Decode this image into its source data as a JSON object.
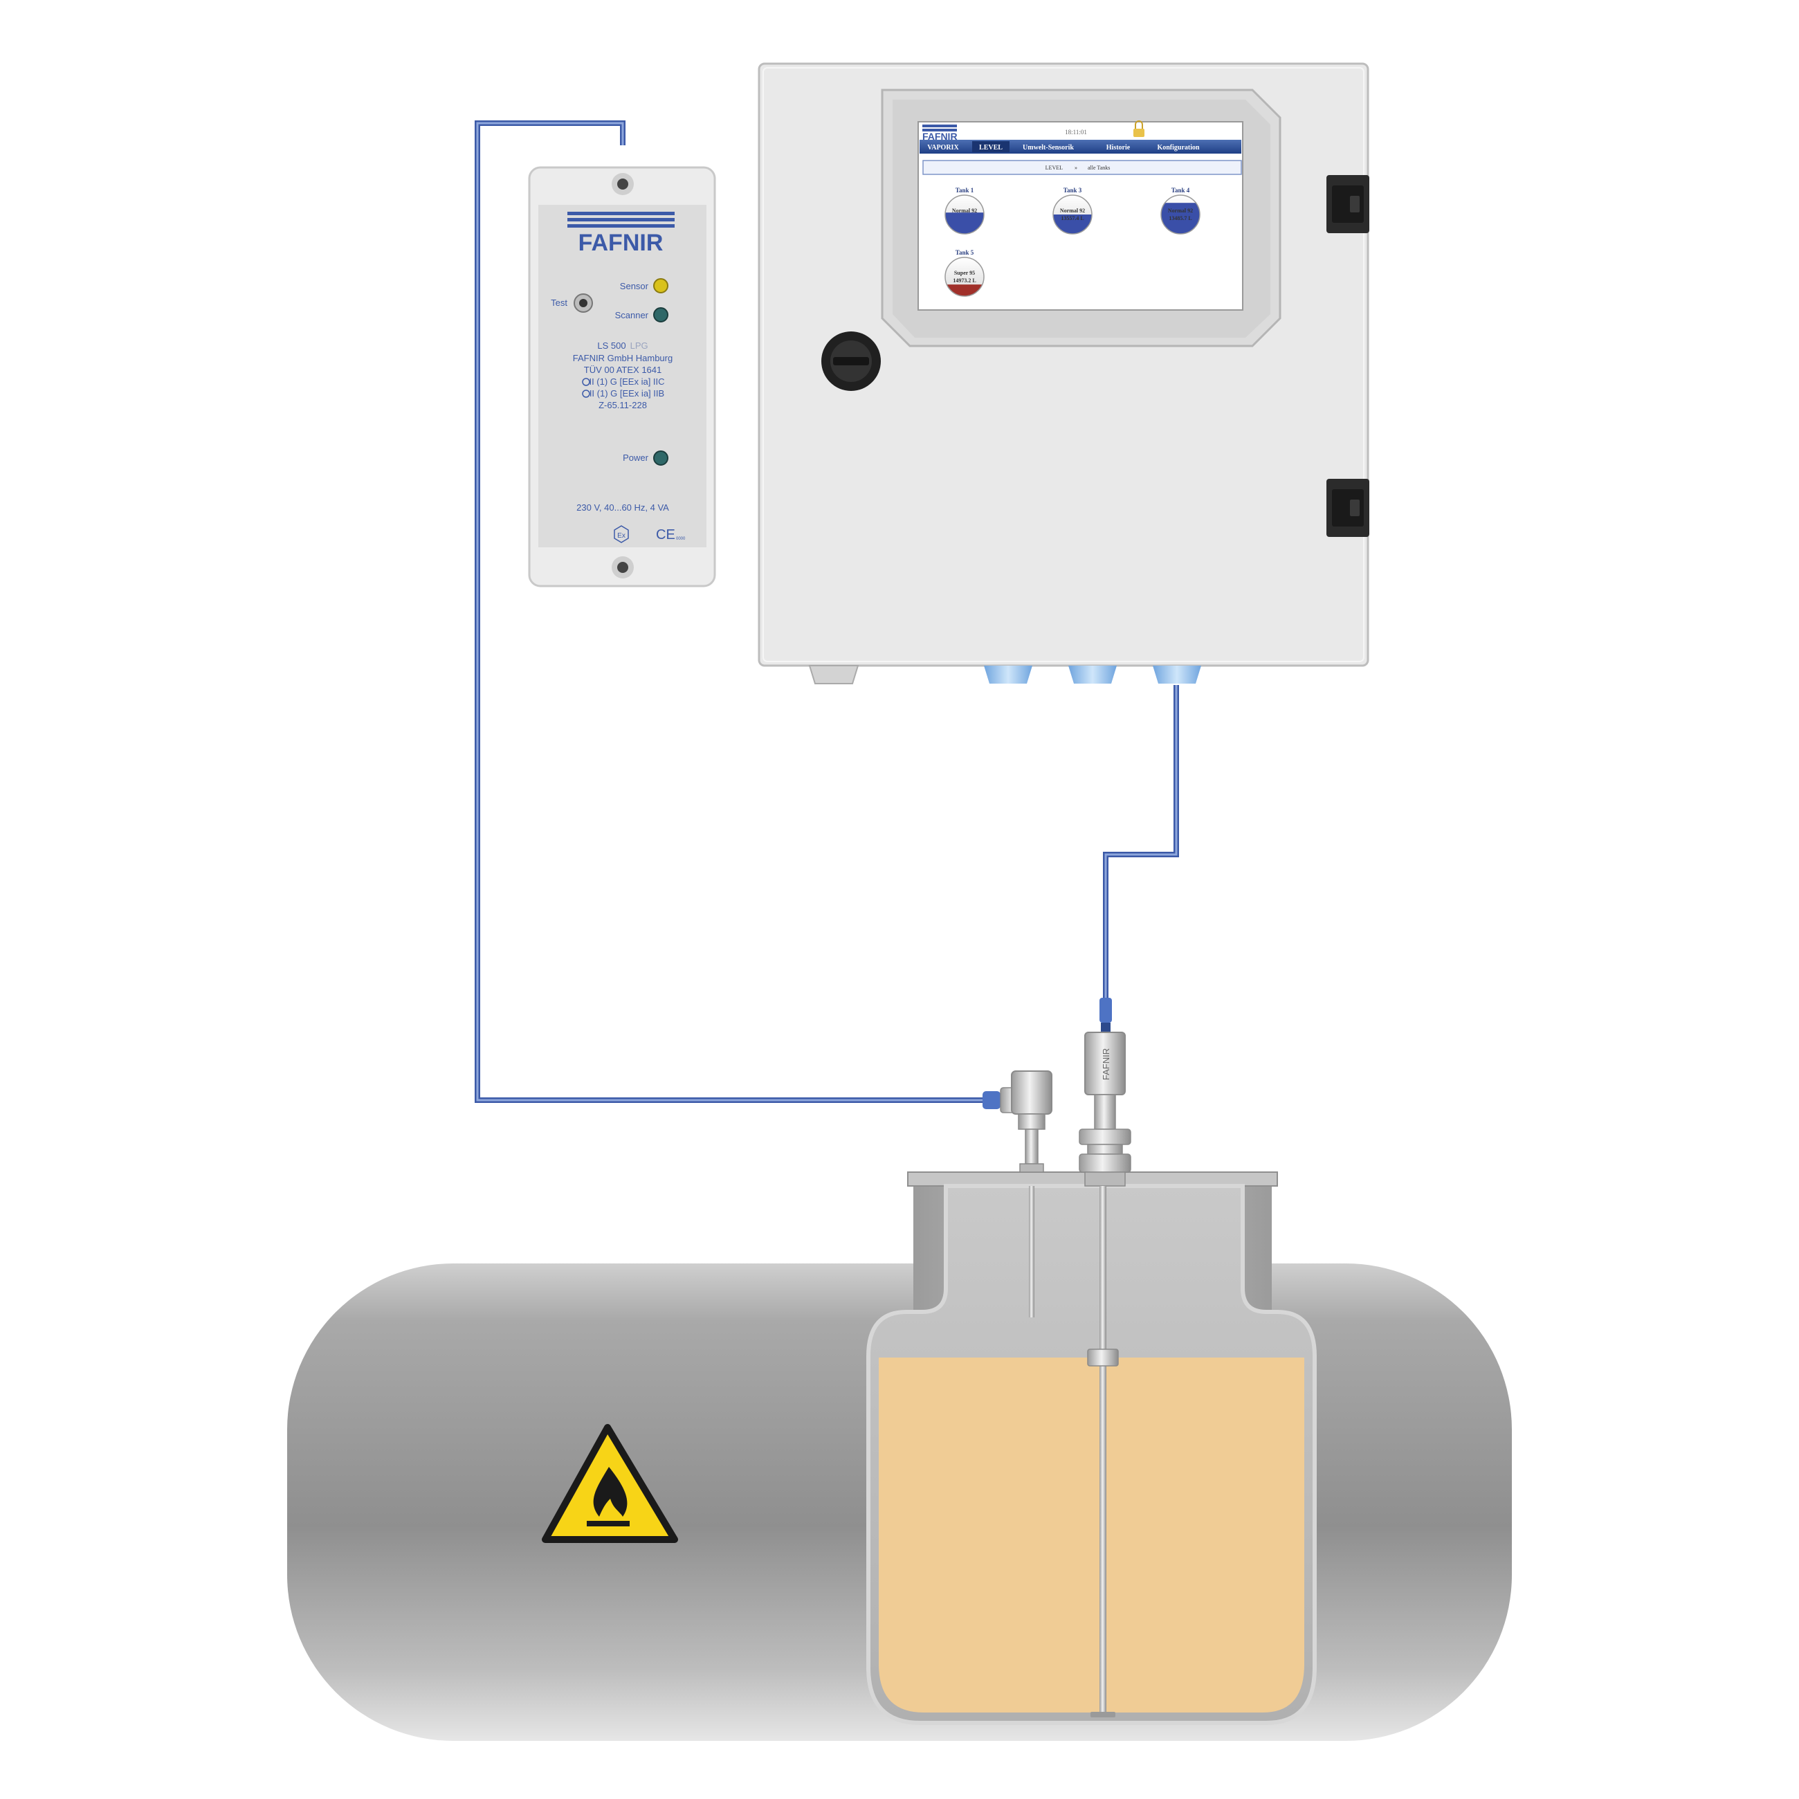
{
  "barrier": {
    "brand": "FAFNIR",
    "sensor_label": "Sensor",
    "scanner_label": "Scanner",
    "test_label": "Test",
    "model": "LS 500",
    "model_suffix": "LPG",
    "company": "FAFNIR GmbH Hamburg",
    "cert": "TÜV 00 ATEX 1641",
    "ex_line1": "II (1) G [EEx ia] IIC",
    "ex_line2": "II (1) G [EEx ia] IIB",
    "approval": "Z-65.11-228",
    "power_label": "Power",
    "rating": "230 V, 40...60 Hz, 4 VA",
    "ex_mark": "Ex",
    "ce_mark": "CE",
    "ce_number": "0000"
  },
  "screen": {
    "brand": "FAFNIR",
    "time": "18:11:01",
    "tabs": [
      "VAPORIX",
      "LEVEL",
      "Umwelt-Sensorik",
      "Historie",
      "Konfiguration"
    ],
    "active_tab": "LEVEL",
    "filter_label": "LEVEL",
    "filter_sep": "»",
    "filter_value": "alle Tanks",
    "tanks": [
      {
        "name": "Tank 1",
        "product": "Normal 92",
        "volume": "",
        "fill": 0.55,
        "color": "#3a4fa8"
      },
      {
        "name": "Tank 3",
        "product": "Normal 92",
        "volume": "13557.4 L",
        "fill": 0.5,
        "color": "#3a4fa8"
      },
      {
        "name": "Tank 4",
        "product": "Normal 92",
        "volume": "13485.7 L",
        "fill": 0.8,
        "color": "#3a4fa8"
      },
      {
        "name": "Tank 5",
        "product": "Super 95",
        "volume": "14973.2 L",
        "fill": 0.3,
        "color": "#a0302a"
      }
    ]
  },
  "probe": {
    "brand": "FAFNIR"
  },
  "colors": {
    "cable": "#6b86c4",
    "brand_blue": "#3c5aa8",
    "liquid": "#f0cc95",
    "tank_gray": "#a8a8a8",
    "warning_yellow": "#f7d417"
  },
  "icons": {
    "warning": "flammable-warning-icon",
    "lock": "lock-icon",
    "ex": "atex-ex-icon"
  }
}
